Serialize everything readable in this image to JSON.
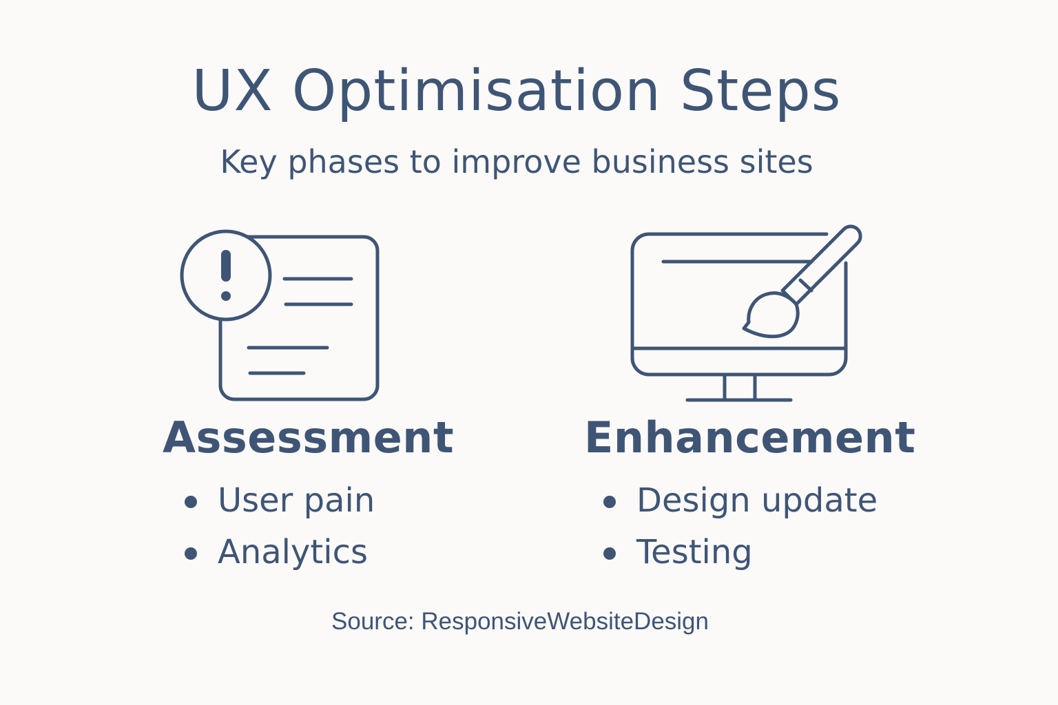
{
  "header": {
    "title": "UX Optimisation Steps",
    "subtitle": "Key phases to improve business sites"
  },
  "phases": [
    {
      "icon": "document-alert-icon",
      "heading": "Assessment",
      "bullets": [
        "User pain",
        "Analytics"
      ]
    },
    {
      "icon": "monitor-paintbrush-icon",
      "heading": "Enhancement",
      "bullets": [
        "Design update",
        "Testing"
      ]
    }
  ],
  "footer": {
    "source": "Source: ResponsiveWebsiteDesign"
  },
  "colors": {
    "background": "#fbfaf8",
    "primary": "#3f5575"
  }
}
